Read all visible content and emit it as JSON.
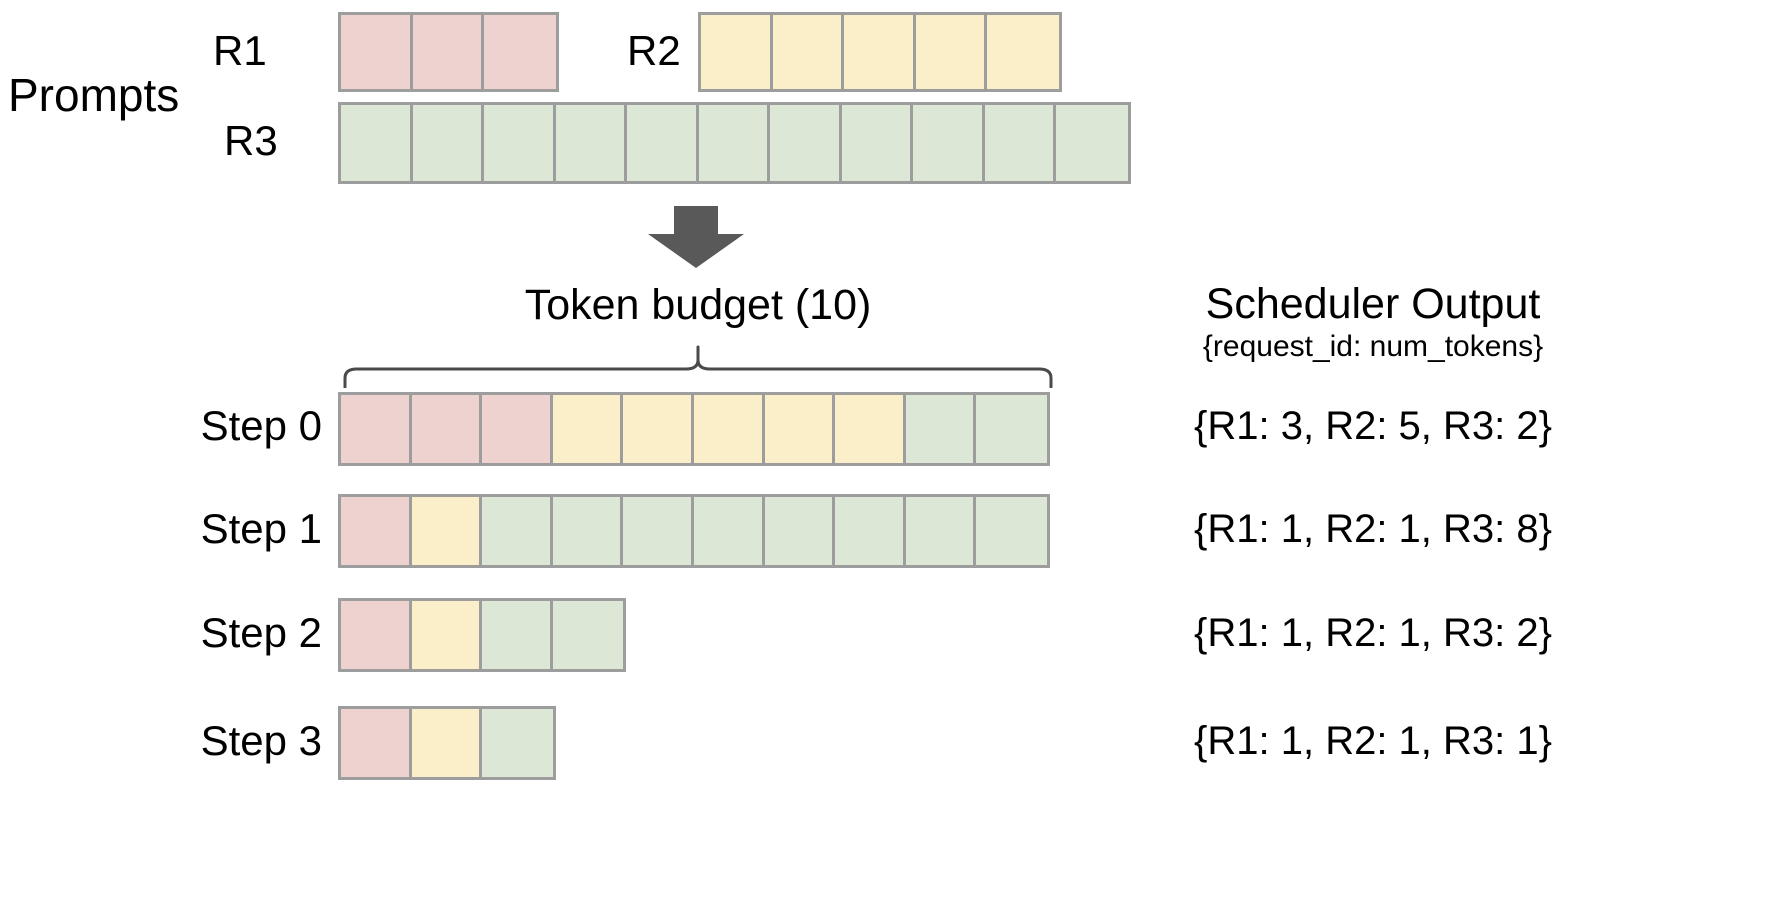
{
  "diagram": {
    "title": "vLLM continuous batching token budget scheduling",
    "colors": {
      "r1_fill": "#EED2D0",
      "r2_fill": "#FAEFC8",
      "r3_fill": "#DCE8D5",
      "cell_border": "#9D9D9D",
      "arrow": "#595959",
      "text": "#000000",
      "background": "#FFFFFF"
    }
  },
  "prompts": {
    "section_label": "Prompts",
    "requests": [
      {
        "id": "R1",
        "label": "R1",
        "tokens": 3,
        "color_key": "r1"
      },
      {
        "id": "R2",
        "label": "R2",
        "tokens": 5,
        "color_key": "r2"
      },
      {
        "id": "R3",
        "label": "R3",
        "tokens": 11,
        "color_key": "r3"
      }
    ]
  },
  "arrow": {
    "icon": "down-arrow-icon",
    "direction": "down"
  },
  "budget": {
    "title": "Token  budget (10)",
    "value": 10,
    "brace": "curly-brace-icon"
  },
  "scheduler_output": {
    "title": "Scheduler Output",
    "subtitle": "{request_id: num_tokens}"
  },
  "steps": [
    {
      "label": "Step 0",
      "segments": [
        {
          "color_key": "r1",
          "count": 3
        },
        {
          "color_key": "r2",
          "count": 5
        },
        {
          "color_key": "r3",
          "count": 2
        }
      ],
      "output": "{R1: 3, R2: 5, R3: 2}"
    },
    {
      "label": "Step 1",
      "segments": [
        {
          "color_key": "r1",
          "count": 1
        },
        {
          "color_key": "r2",
          "count": 1
        },
        {
          "color_key": "r3",
          "count": 8
        }
      ],
      "output": "{R1: 1, R2: 1, R3: 8}"
    },
    {
      "label": "Step 2",
      "segments": [
        {
          "color_key": "r1",
          "count": 1
        },
        {
          "color_key": "r2",
          "count": 1
        },
        {
          "color_key": "r3",
          "count": 2
        }
      ],
      "output": "{R1: 1, R2: 1, R3: 2}"
    },
    {
      "label": "Step 3",
      "segments": [
        {
          "color_key": "r1",
          "count": 1
        },
        {
          "color_key": "r2",
          "count": 1
        },
        {
          "color_key": "r3",
          "count": 1
        }
      ],
      "output": "{R1: 1, R2: 1, R3: 1}"
    }
  ],
  "chart_data": {
    "type": "bar",
    "title": "Token budget (10) scheduling across steps",
    "categories": [
      "Step 0",
      "Step 1",
      "Step 2",
      "Step 3"
    ],
    "series": [
      {
        "name": "R1",
        "values": [
          3,
          1,
          1,
          1
        ]
      },
      {
        "name": "R2",
        "values": [
          5,
          1,
          1,
          1
        ]
      },
      {
        "name": "R3",
        "values": [
          2,
          8,
          2,
          1
        ]
      }
    ],
    "prompt_lengths": {
      "R1": 3,
      "R2": 5,
      "R3": 11
    },
    "xlabel": "",
    "ylabel": "num_tokens",
    "ylim": [
      0,
      10
    ],
    "grid": false,
    "legend": "none",
    "annotations": [
      "Prompts",
      "Token  budget (10)",
      "Scheduler Output",
      "{request_id: num_tokens}"
    ]
  }
}
